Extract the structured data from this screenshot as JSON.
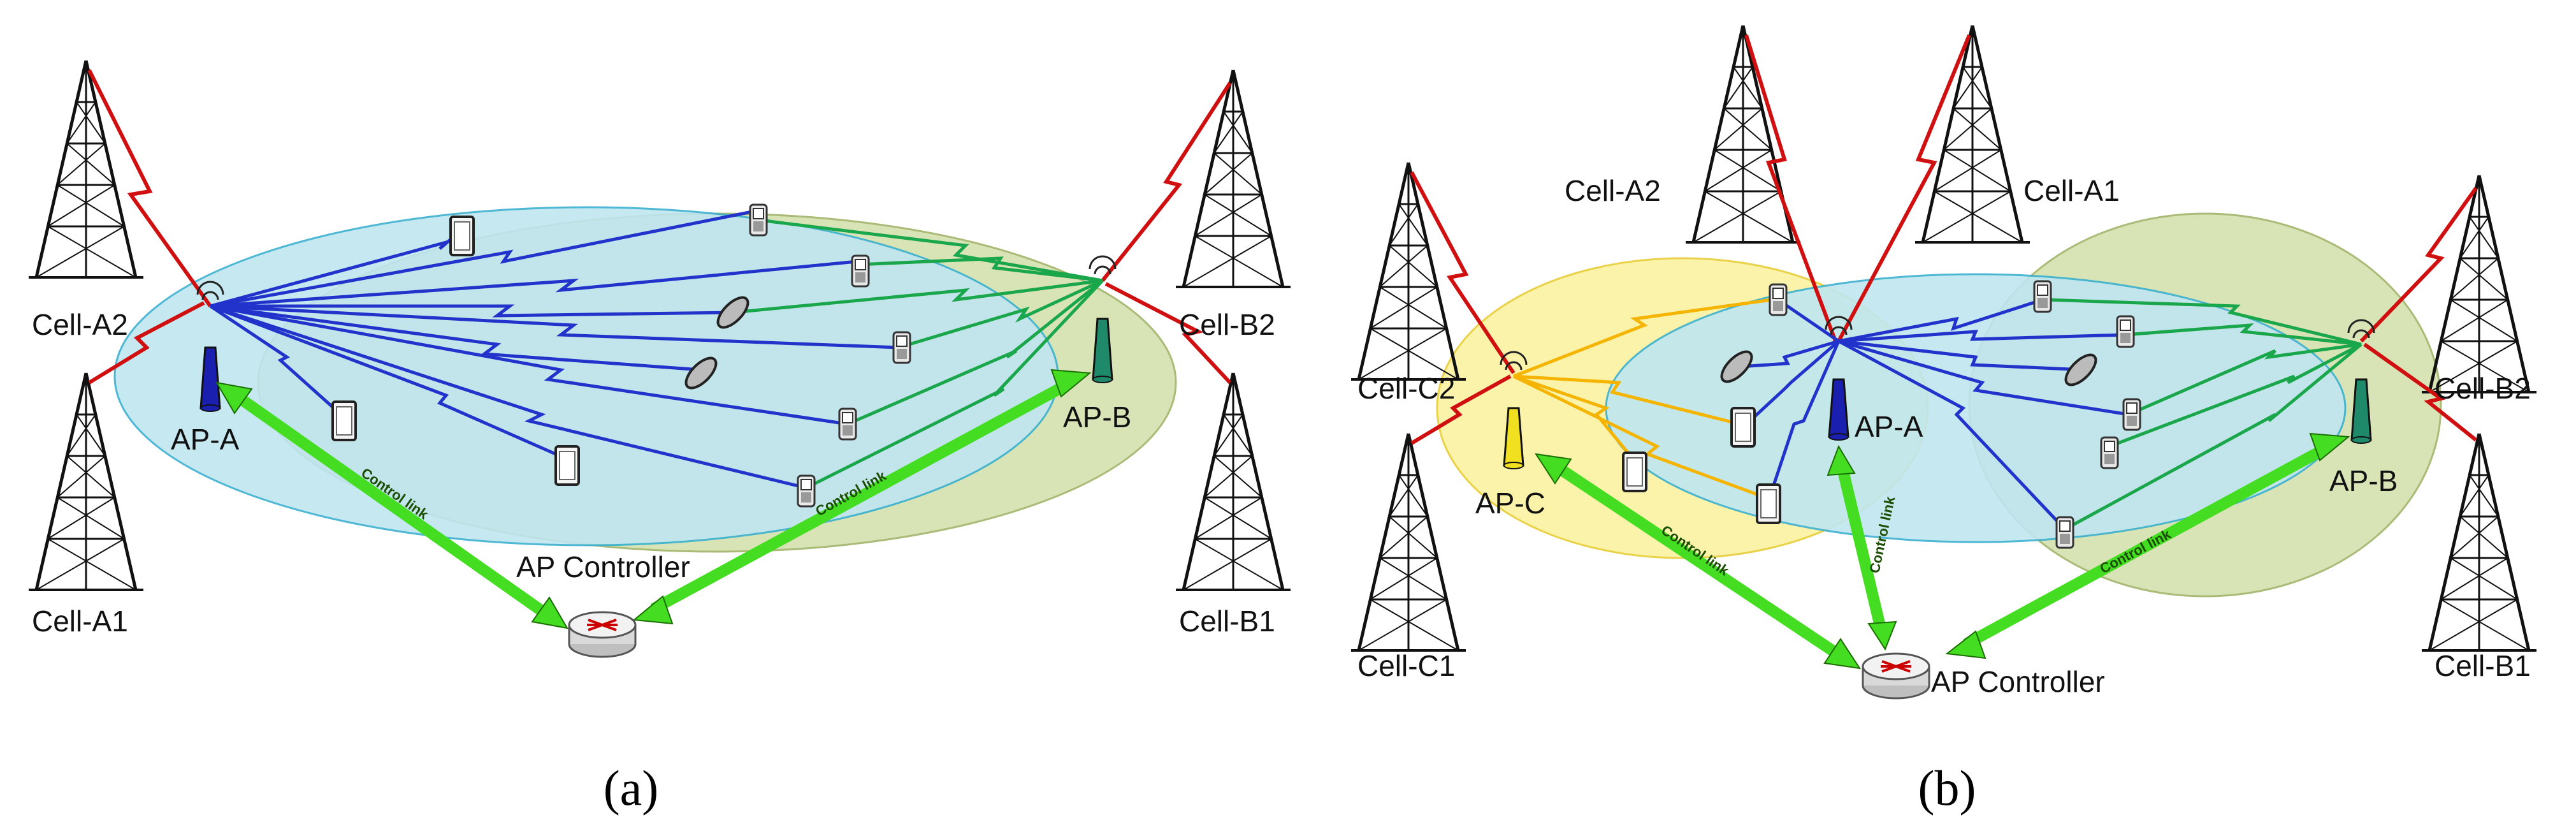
{
  "panels": [
    {
      "caption": "(a)",
      "cells": [
        "Cell-A2",
        "Cell-A1",
        "Cell-B2",
        "Cell-B1"
      ],
      "access_points": [
        "AP-A",
        "AP-B"
      ],
      "controller": "AP Controller",
      "control_link_label": "Control link"
    },
    {
      "caption": "(b)",
      "cells": [
        "Cell-A2",
        "Cell-A1",
        "Cell-C2",
        "Cell-C1",
        "Cell-B2",
        "Cell-B1"
      ],
      "access_points": [
        "AP-A",
        "AP-B",
        "AP-C"
      ],
      "controller": "AP Controller",
      "control_link_label": "Control link"
    }
  ],
  "colors": {
    "coverage_a": "#bfe6f0",
    "coverage_b": "#d6e3b3",
    "coverage_c": "#fbf3a6",
    "ap_a": "#1a1fb0",
    "ap_b": "#1f8a6a",
    "ap_c": "#f0e020",
    "link_a": "#2233cc",
    "link_b": "#1aa64a",
    "link_c": "#f4b400",
    "cell_link": "#d01010",
    "control_link": "#44dd22"
  }
}
